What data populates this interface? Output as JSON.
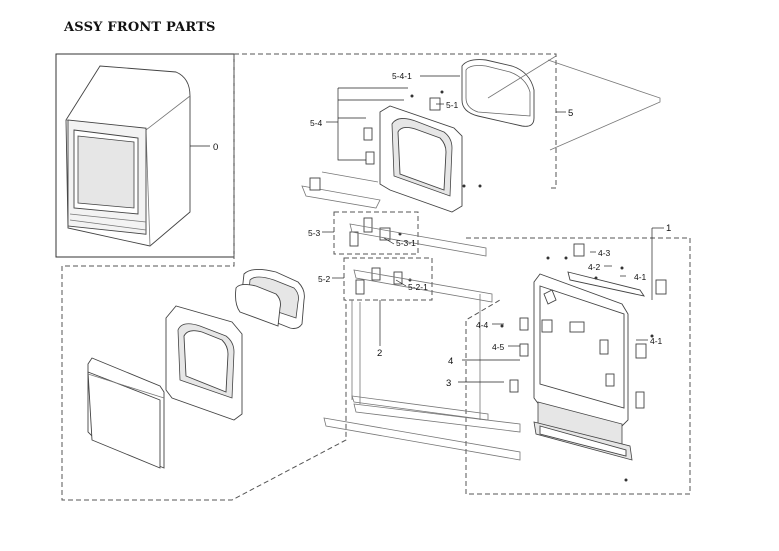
{
  "title": "ASSY FRONT PARTS",
  "callouts": {
    "c0": "0",
    "c1": "1",
    "c2": "2",
    "c3": "3",
    "c4": "4",
    "c4_1a": "4-1",
    "c4_1b": "4-1",
    "c4_2": "4-2",
    "c4_3": "4-3",
    "c4_4": "4-4",
    "c4_5": "4-5",
    "c5": "5",
    "c5_1": "5-1",
    "c5_2": "5-2",
    "c5_2_1": "5-2-1",
    "c5_3": "5-3",
    "c5_3_1": "5-3-1",
    "c5_4": "5-4",
    "c5_4_1": "5-4-1"
  }
}
